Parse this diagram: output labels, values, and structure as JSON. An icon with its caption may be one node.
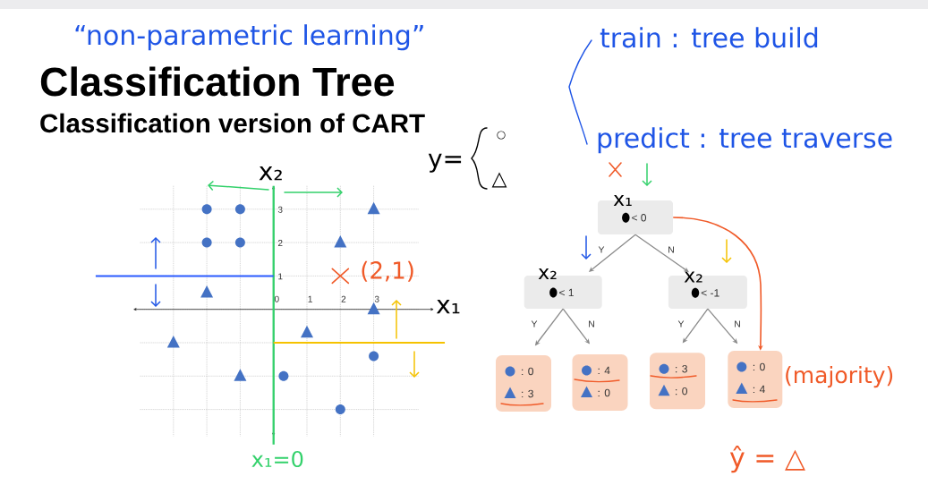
{
  "diagram": {
    "title": "Classification Tree",
    "nodes": [
      {
        "text": [
          "x₁",
          "< 0"
        ]
      },
      {
        "text": [
          "x₂",
          "< 1"
        ]
      },
      {
        "text": [
          "x₂",
          "< -1"
        ]
      },
      {
        "text": [
          ": 0",
          ": 3"
        ]
      },
      {
        "text": [
          ": 4",
          ": 0"
        ]
      },
      {
        "text": [
          ": 3",
          ": 0"
        ]
      },
      {
        "text": [
          ": 0",
          ": 4"
        ],
        "beside": [
          "(majority)"
        ]
      }
    ],
    "edges": [
      {
        "from": 0,
        "to": 1,
        "arrow": "to",
        "label": "Y"
      },
      {
        "from": 0,
        "to": 2,
        "arrow": "to",
        "label": "N"
      },
      {
        "from": 1,
        "to": 3,
        "arrow": "to",
        "label": "Y"
      },
      {
        "from": 1,
        "to": 4,
        "arrow": "to",
        "label": "N"
      },
      {
        "from": 2,
        "to": 5,
        "arrow": "to",
        "label": "Y"
      },
      {
        "from": 2,
        "to": 6,
        "arrow": "to",
        "label": "N"
      },
      {
        "from": 0,
        "to": 6,
        "arrow": "to",
        "color": "#f05a28"
      }
    ],
    "labels": [
      "“non-parametric learning”",
      "train : tree build",
      "Classification version of CART",
      "predict : tree traverse",
      "y=",
      "○",
      "△",
      "ŷ = △"
    ],
    "chart_data": {
      "type": "scatter",
      "xlabel": "x₁",
      "ylabel": "x₂",
      "xlim": [
        -4.1,
        4.7
      ],
      "ylim": [
        -3.8,
        3.7
      ],
      "grid": true,
      "xticks": [
        {
          "value": 0,
          "label": "0"
        },
        {
          "value": 1,
          "label": "1"
        },
        {
          "value": 2,
          "label": "2"
        },
        {
          "value": 3,
          "label": "3"
        }
      ],
      "yticks": [
        {
          "value": 1,
          "label": "1"
        },
        {
          "value": 2,
          "label": "2"
        },
        {
          "value": 3,
          "label": "3"
        }
      ],
      "x": [
        -2,
        -1,
        -2,
        -1,
        0.3,
        3,
        2,
        3,
        2,
        -2,
        3,
        1,
        -3,
        -1
      ],
      "series": [
        {
          "color": "#4472c4",
          "marker": "circle",
          "values": [
            3,
            3,
            2,
            2,
            -2,
            -1.4,
            -3,
            null,
            null,
            null,
            null,
            null,
            null,
            null
          ]
        },
        {
          "color": "#4472c4",
          "marker": "triangle",
          "values": [
            null,
            null,
            null,
            null,
            null,
            null,
            null,
            3,
            2,
            0.5,
            0,
            -0.7,
            -1,
            -2
          ]
        }
      ],
      "ref_lines": [
        {
          "axis": "x",
          "value": 0,
          "color": "#33d16b",
          "label": "x₁=0"
        },
        {
          "axis": "y",
          "value": 1,
          "color": "#2a5bff"
        },
        {
          "axis": "y",
          "value": -1,
          "color": "#f5c200"
        }
      ],
      "annotations": [
        {
          "x": 2,
          "y": 1,
          "text": "(2,1)"
        }
      ]
    }
  }
}
